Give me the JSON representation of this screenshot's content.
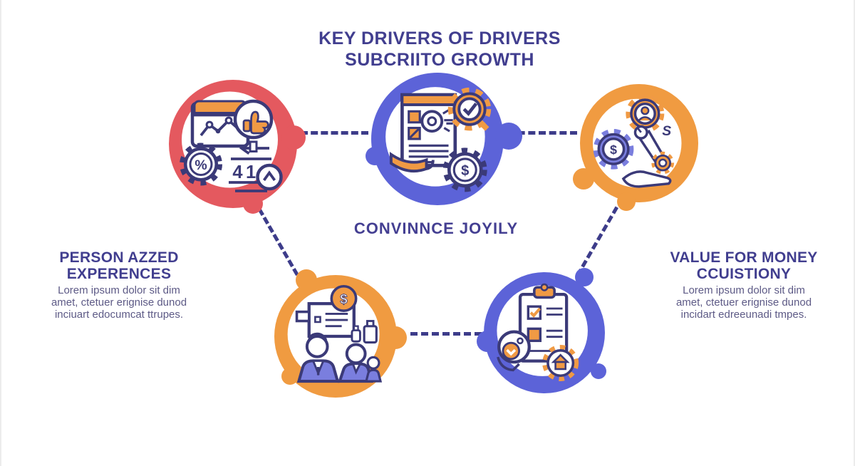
{
  "title": {
    "line1": "KEY DRIVERS OF DRIVERS",
    "line2": "SUBCRIITO GROWTH"
  },
  "center_label": "CONVINNCE JOYILY",
  "left_card": {
    "heading_line1": "PERSON AZZED",
    "heading_line2": "EXPERENCES",
    "body_line1": "Lorem ipsum dolor sit dim",
    "body_line2": "amet, ctetuer erignise dunod",
    "body_line3": "inciuart edocumcat ttrupes."
  },
  "right_card": {
    "heading_line1": "VALUE FOR MONEY",
    "heading_line2": "CCUISTIONY",
    "body_line1": "Lorem ipsum dolor sit dim",
    "body_line2": "amet, ctetuer erignise dunod",
    "body_line3": "incidart edreeunadi tmpes."
  },
  "nodes": {
    "feedback": {
      "icon": "analytics-thumbs-up-icon",
      "color": "#e4595f",
      "counter_value": "41",
      "percent_symbol": "%"
    },
    "document": {
      "icon": "document-gears-icon",
      "color": "#5c63d8",
      "dollar_symbol": "$"
    },
    "money": {
      "icon": "gears-wrench-hand-icon",
      "color": "#f09b41",
      "dollar_symbol": "$",
      "squiggle_symbol": "S"
    },
    "people": {
      "icon": "salespeople-presentation-icon",
      "color": "#f09b41",
      "dollar_symbol": "$"
    },
    "checklist": {
      "icon": "clipboard-checklist-icon",
      "color": "#5c63d8"
    }
  },
  "colors": {
    "background": "#ffffff",
    "red_node": "#e4595f",
    "indigo_node": "#5c63d8",
    "orange_node": "#f09b41",
    "outline": "#3b3a78",
    "heading_text": "#413e8f",
    "body_text": "#5d5a86",
    "connector": "#3d3c8a",
    "icon_orange": "#f09a44",
    "icon_purple": "#7a7ede"
  }
}
